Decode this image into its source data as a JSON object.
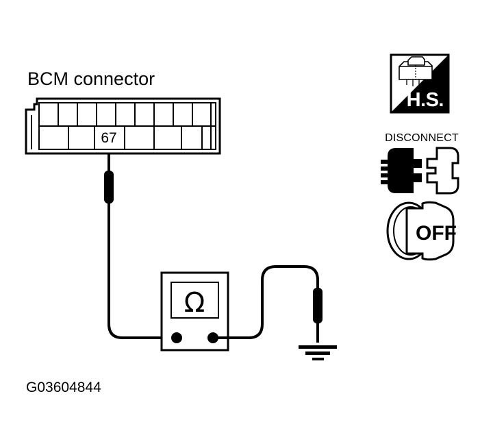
{
  "figure": {
    "id_label": "G03604844",
    "title": "BCM connector",
    "description": "BCM connector continuity check to ground with ohmmeter"
  },
  "connector": {
    "title": "BCM connector",
    "highlighted_cavity_number": "67",
    "top_row_cell_count": 9,
    "bottom_row_cell_count": 7,
    "highlighted_cell_index": 3,
    "highlighted_cell_row": "bottom"
  },
  "meter": {
    "type": "ohmmeter",
    "display_symbol": "Ω",
    "display_symbol_name": "omega-ohm-symbol",
    "terminal_count": 2,
    "left_terminal_name": "meter-terminal-left",
    "right_terminal_name": "meter-terminal-right"
  },
  "probes": {
    "left_probe_name": "test-probe-connector",
    "left_probe_target": "67",
    "right_probe_name": "test-probe-ground",
    "right_probe_target": "ground"
  },
  "ground": {
    "symbol_name": "chassis-ground-symbol",
    "bar_count": 3
  },
  "icons": {
    "hs": {
      "text": "H.S.",
      "name": "hand-scanner-hs-icon",
      "meaning": "H.S.",
      "connector_glyph_name": "connector-block-icon"
    },
    "disconnect": {
      "text": "DISCONNECT",
      "name": "disconnect-icon",
      "left_half_name": "connector-half-filled",
      "right_half_name": "connector-half-outline"
    },
    "ignition": {
      "text": "OFF",
      "name": "ignition-off-icon",
      "meaning": "Ignition switch OFF"
    }
  },
  "colors": {
    "ink": "#000000",
    "background": "#ffffff",
    "icon_fill": "#000000",
    "icon_text": "#ffffff"
  }
}
